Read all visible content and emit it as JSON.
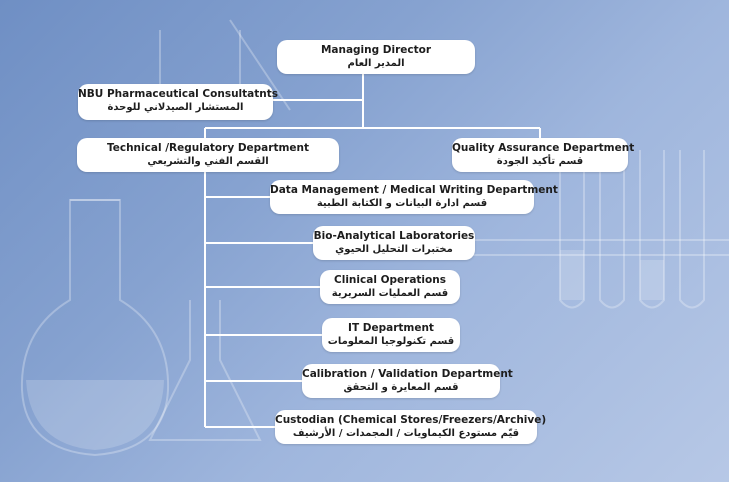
{
  "org_chart": {
    "managing_director": {
      "en": "Managing Director",
      "ar": "المدير العام"
    },
    "consultants": {
      "en": "NBU Pharmaceutical Consultatnts",
      "ar": "المستشار الصيدلاني للوحدة"
    },
    "technical": {
      "en": "Technical /Regulatory Department",
      "ar": "القسم الفني والتشريعي"
    },
    "quality": {
      "en": "Quality Assurance Department",
      "ar": "قسم تأكيد الجودة"
    },
    "departments": [
      {
        "en": "Data Management / Medical Writing Department",
        "ar": "قسم ادارة البيانات و الكتابة الطبية"
      },
      {
        "en": "Bio-Analytical Laboratories",
        "ar": "مختبرات التحليل الحيوي"
      },
      {
        "en": "Clinical Operations",
        "ar": "قسم العمليات السريرية"
      },
      {
        "en": "IT Department",
        "ar": "قسم تكنولوجيا المعلومات"
      },
      {
        "en": "Calibration / Validation Department",
        "ar": "قسم المعايرة و التحقق"
      },
      {
        "en": "Custodian (Chemical Stores/Freezers/Archive)",
        "ar": "قيّم مستودع الكيماويات / المجمدات / الأرشيف"
      }
    ]
  }
}
